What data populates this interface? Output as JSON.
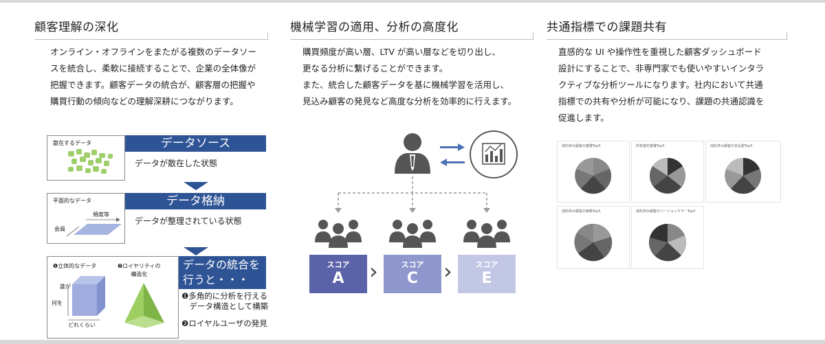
{
  "columns": [
    {
      "title": "顧客理解の深化",
      "desc": "オンライン・オフラインをまたがる複数のデータソー\nスを統合し、柔軟に接続することで、企業の全体像が\n把握できます。顧客データの統合が、顧客層の把握や\n購買行動の傾向などの理解深耕につながります。"
    },
    {
      "title": "機械学習の適用、分析の高度化",
      "desc": "購買頻度が高い層、LTV が高い層などを切り出し、\n更なる分析に繋げることができます。\nまた、統合した顧客データを基に機械学習を活用し、\n見込み顧客の発見など高度な分析を効率的に行えます。"
    },
    {
      "title": "共通指標での課題共有",
      "desc": "直感的な UI や操作性を重視した顧客ダッシュボード\n設計にすることで、非専門家でも使いやすいインタラ\nクティブな分析ツールになります。社内において共通\n指標での共有や分析が可能になり、課題の共通認識を\n促進します。"
    }
  ],
  "stages": [
    {
      "box_label": "散在するデータ",
      "title": "データソース",
      "desc": "データが散在した状態"
    },
    {
      "box_label": "平面的なデータ",
      "axis1": "頻度等",
      "axis2": "会員",
      "title": "データ格納",
      "desc": "データが整理されている状態"
    },
    {
      "box_label1": "❶立体的なデータ",
      "box_label2": "❷ロイヤリティの\n構造化",
      "axis_who": "誰が",
      "axis_what": "何を",
      "axis_much": "どれくらい",
      "title": "データの統合を\n行うと・・・"
    }
  ],
  "benefits": [
    "❶多角的に分析を行える\n　データ構造として構築",
    "❷ロイヤルユーザの発見"
  ],
  "scores": [
    {
      "label": "スコア",
      "grade": "A",
      "color": "#5b63a8"
    },
    {
      "label": "スコア",
      "grade": "C",
      "color": "#8f97cd"
    },
    {
      "label": "スコア",
      "grade": "E",
      "color": "#c3c7e6"
    }
  ],
  "dashboard": {
    "cards": [
      {
        "title": "成約済み顧客の業種Top5"
      },
      {
        "title": "所有者的業種Top5"
      },
      {
        "title": "成約済み顧客の支払額Top5"
      },
      {
        "title": "成約済み顧客の価格Top5"
      },
      {
        "title": "成約済み顧客のバージョンカラーTop5"
      }
    ]
  },
  "colors": {
    "accent": "#2f5496",
    "arrow_blue": "#4a6fb5",
    "icon_gray": "#555555",
    "green": "#8cc04f"
  }
}
